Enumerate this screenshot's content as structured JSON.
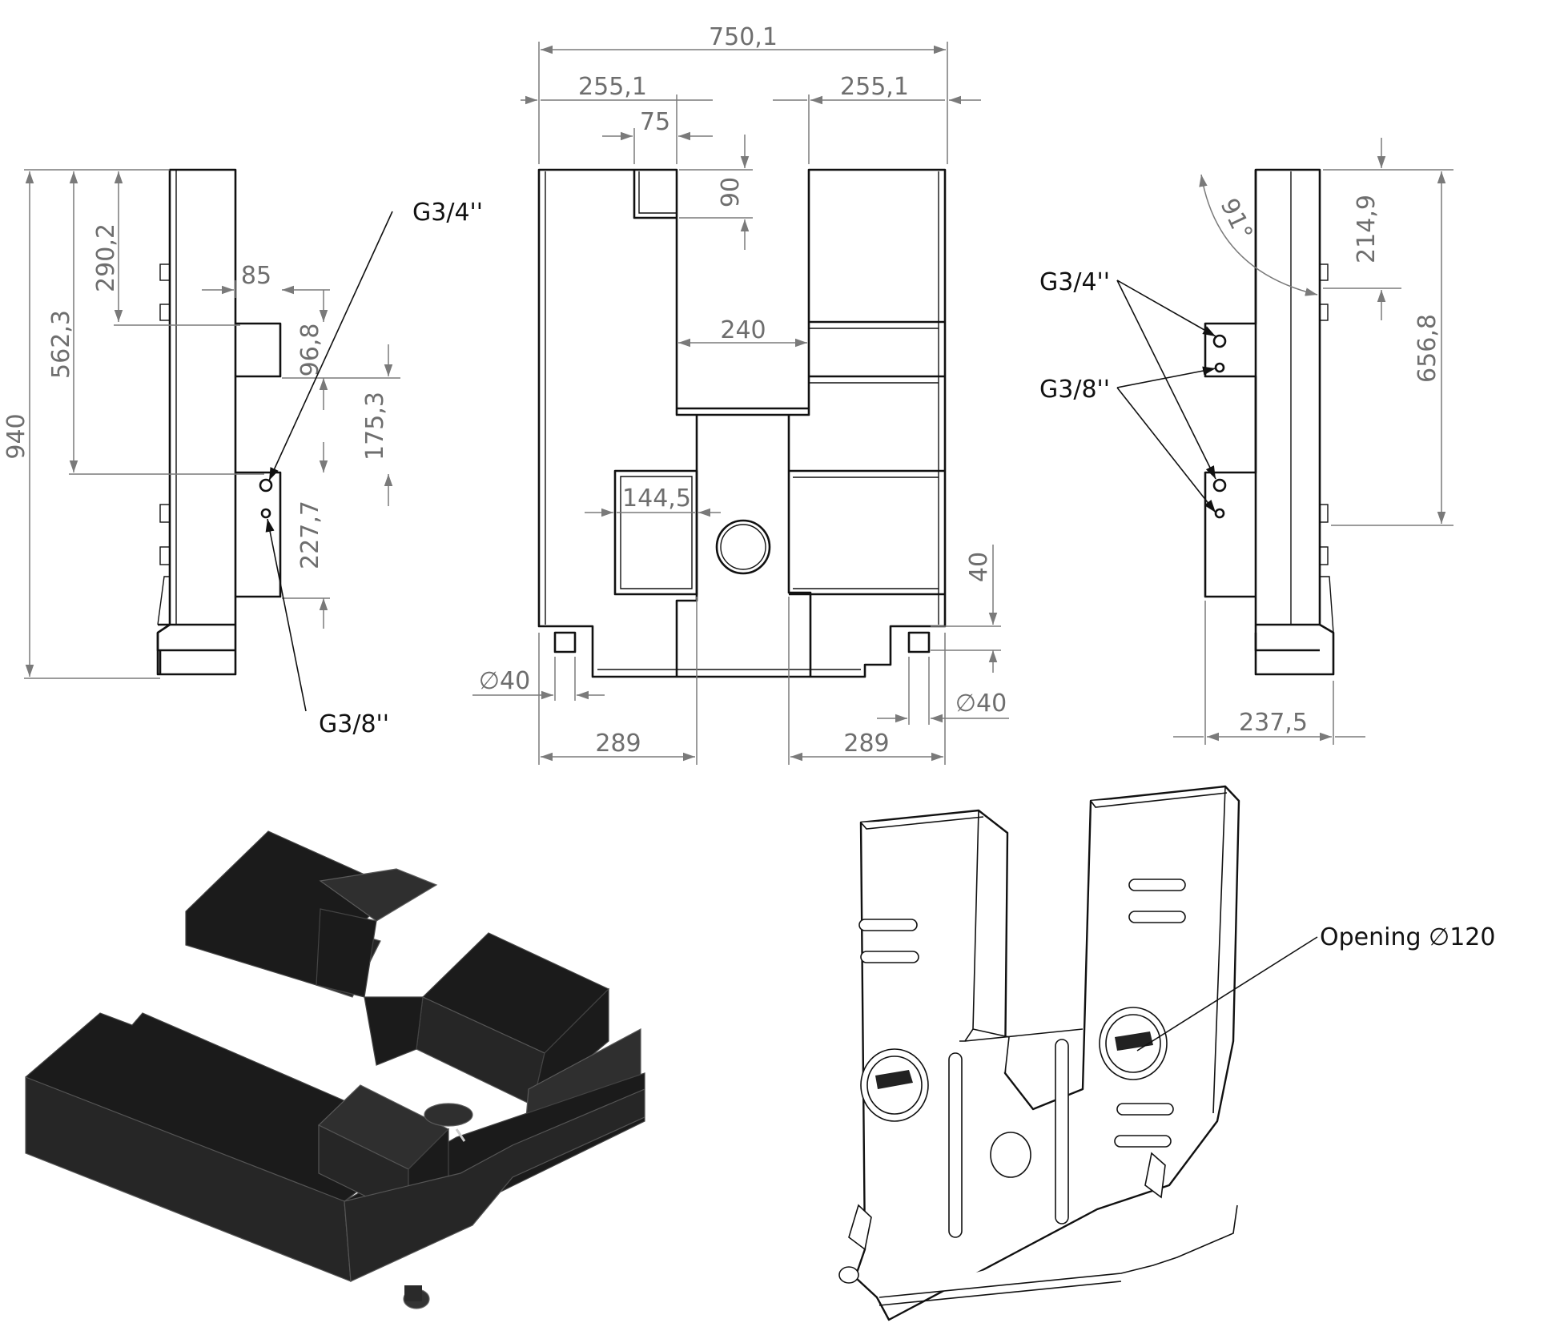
{
  "dimensions": {
    "overall_width": "750,1",
    "left_offset": "255,1",
    "right_offset": "255,1",
    "notch_width": "75",
    "notch_depth": "90",
    "slot_width": "240",
    "pocket_width": "144,5",
    "outlet_height": "40",
    "left_dia": "∅40",
    "right_dia": "∅40",
    "bottom_left": "289",
    "bottom_right": "289",
    "height_total": "940",
    "height_562": "562,3",
    "height_290": "290,2",
    "step_85": "85",
    "step_968": "96,8",
    "step_1753": "175,3",
    "step_2277": "227,7",
    "angle": "91°",
    "right_2149": "214,9",
    "right_6568": "656,8",
    "right_depth": "237,5"
  },
  "labels": {
    "left_g34": "G3/4''",
    "left_g38": "G3/8''",
    "right_g34": "G3/4''",
    "right_g38": "G3/8''",
    "opening": "Opening  ∅120"
  },
  "colors": {
    "linework": "#111111",
    "dimension": "#6e6e6e",
    "render_black": "#1b1b1b"
  }
}
